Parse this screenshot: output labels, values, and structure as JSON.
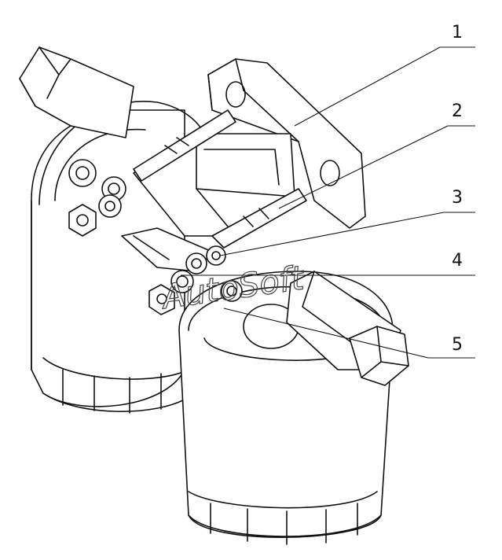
{
  "diagram": {
    "callouts": [
      {
        "id": "1",
        "label": "1"
      },
      {
        "id": "2",
        "label": "2"
      },
      {
        "id": "3",
        "label": "3"
      },
      {
        "id": "4",
        "label": "4"
      },
      {
        "id": "5",
        "label": "5"
      }
    ],
    "watermark": "AutoSoft",
    "colors": {
      "stroke": "#111111",
      "background": "#ffffff"
    }
  }
}
